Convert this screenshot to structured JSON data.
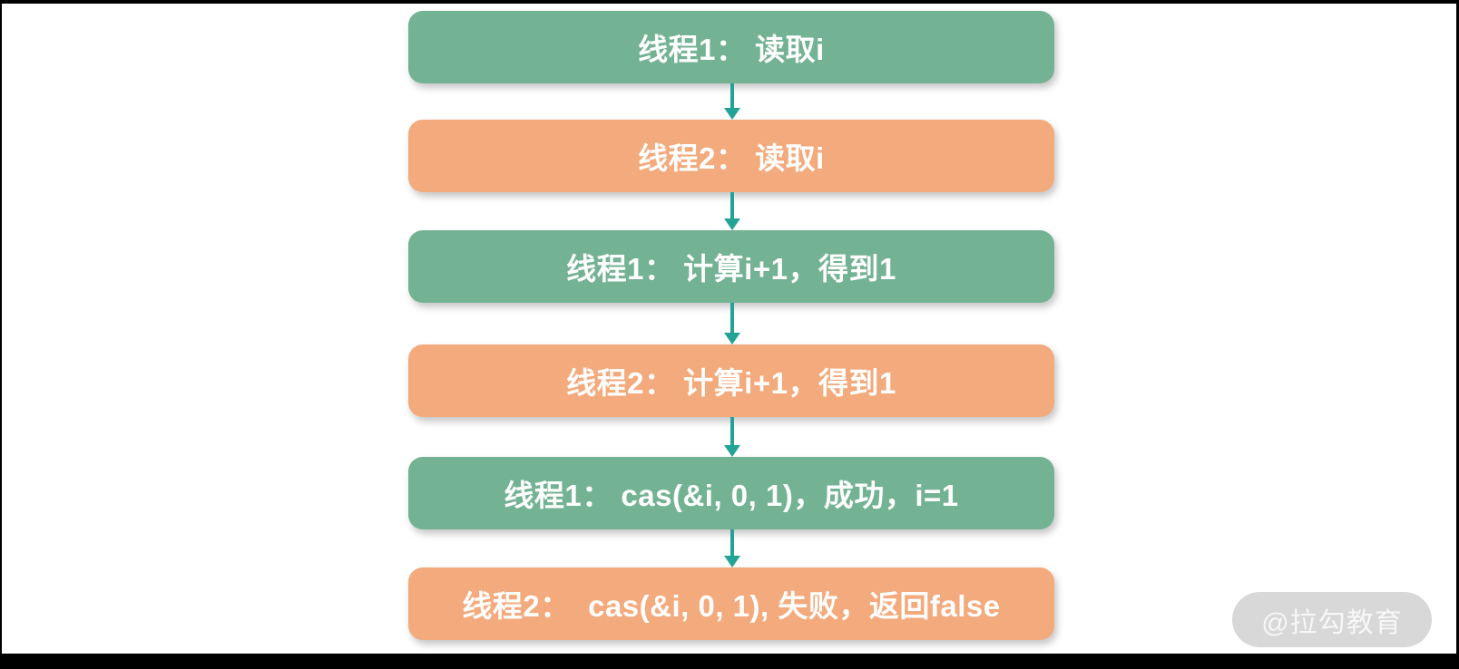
{
  "diagram": {
    "nodes": [
      {
        "label": "线程1： 读取i",
        "color": "green"
      },
      {
        "label": "线程2： 读取i",
        "color": "orange"
      },
      {
        "label": "线程1： 计算i+1，得到1",
        "color": "green"
      },
      {
        "label": "线程2： 计算i+1，得到1",
        "color": "orange"
      },
      {
        "label": "线程1： cas(&i, 0, 1)，成功，i=1",
        "color": "green"
      },
      {
        "label": "线程2：  cas(&i, 0, 1), 失败，返回false",
        "color": "orange"
      }
    ],
    "colors": {
      "green": "#73B293",
      "orange": "#F3AA7C",
      "arrow": "#23A396",
      "node_text": "#FFFFFF",
      "frame": "#000000",
      "background": "#FFFFFF"
    }
  },
  "watermark": {
    "label": "@拉勾教育",
    "background": "#D8D8D8",
    "text_color": "#F7F7F7"
  }
}
